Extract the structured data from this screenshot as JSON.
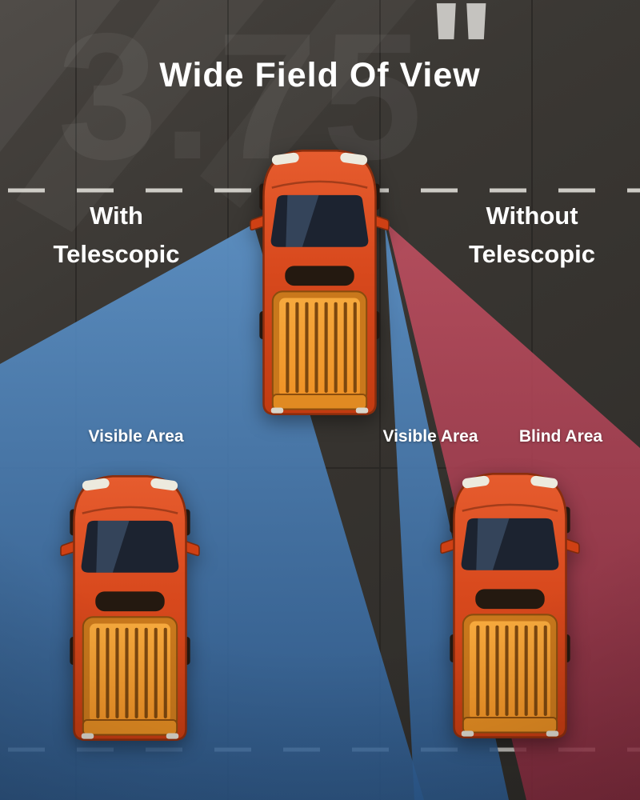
{
  "title": "Wide Field Of View",
  "watermark": {
    "value": "3.75",
    "unit": "\""
  },
  "comparison": {
    "left": {
      "line1": "With",
      "line2": "Telescopic"
    },
    "right": {
      "line1": "Without",
      "line2": "Telescopic"
    }
  },
  "area_labels": {
    "left_visible": "Visible Area",
    "right_visible": "Visible Area",
    "right_blind": "Blind Area"
  },
  "colors": {
    "visible_area_blue": "#3e78b2",
    "blind_area_red": "#a83a4b",
    "truck_body_orange": "#d8491d",
    "truck_bed_orange": "#f2a033",
    "road_dark": "#36332f",
    "lane_marking": "#dedcd6",
    "text": "#ffffff"
  },
  "graphics": {
    "trucks": [
      "pickup-truck-center",
      "pickup-truck-rear-left",
      "pickup-truck-rear-right"
    ],
    "cones": [
      "visible-area-cone-left",
      "visible-area-cone-right",
      "blind-area-cone-right"
    ]
  }
}
